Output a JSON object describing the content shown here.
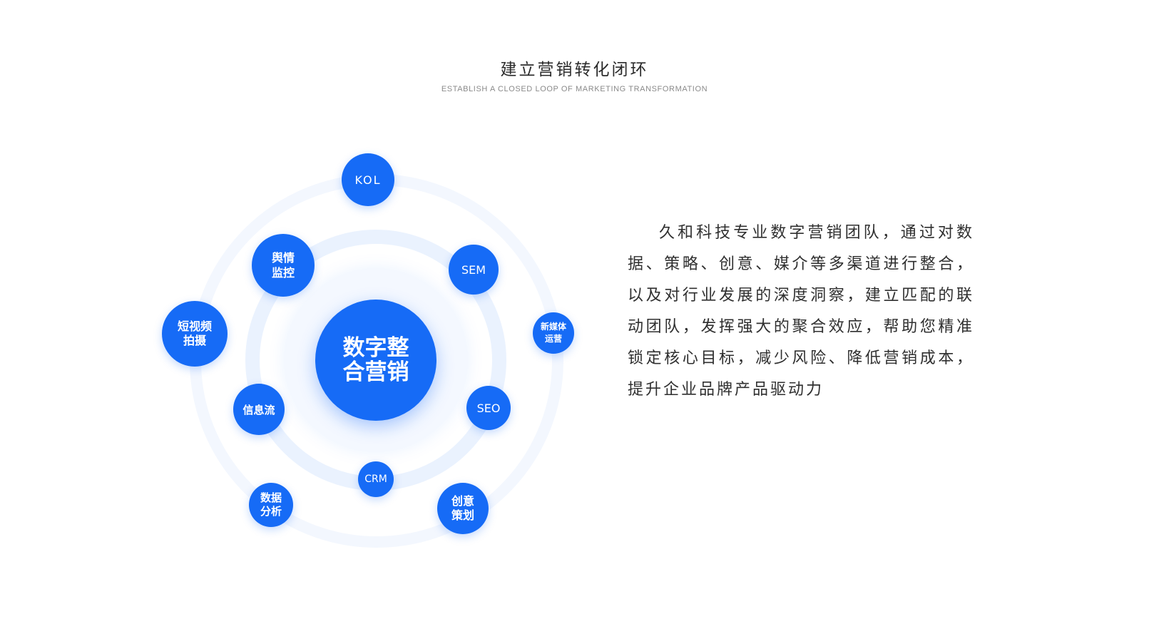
{
  "header": {
    "title": "建立营销转化闭环",
    "subtitle": "ESTABLISH A CLOSED LOOP OF MARKETING TRANSFORMATION"
  },
  "diagram": {
    "center": {
      "label": "数字整\n合营销"
    },
    "nodes": [
      {
        "key": "kol",
        "label": "KOL"
      },
      {
        "key": "sem",
        "label": "SEM"
      },
      {
        "key": "new-media",
        "label": "新媒体\n运营"
      },
      {
        "key": "seo",
        "label": "SEO"
      },
      {
        "key": "creative",
        "label": "创意\n策划"
      },
      {
        "key": "crm",
        "label": "CRM"
      },
      {
        "key": "data-analysis",
        "label": "数据\n分析"
      },
      {
        "key": "info-flow",
        "label": "信息流"
      },
      {
        "key": "short-video",
        "label": "短视频\n拍摄"
      },
      {
        "key": "sentiment",
        "label": "舆情\n监控"
      }
    ]
  },
  "description": {
    "text": "久和科技专业数字营销团队，通过对数据、策略、创意、媒介等多渠道进行整合，以及对行业发展的深度洞察，建立匹配的联动团队，发挥强大的聚合效应，帮助您精准锁定核心目标，减少风险、降低营销成本，提升企业品牌产品驱动力"
  },
  "colors": {
    "node_blue": "#166bf6",
    "ring_light": "#eaf2fe",
    "text_dark": "#2f2f2f"
  }
}
